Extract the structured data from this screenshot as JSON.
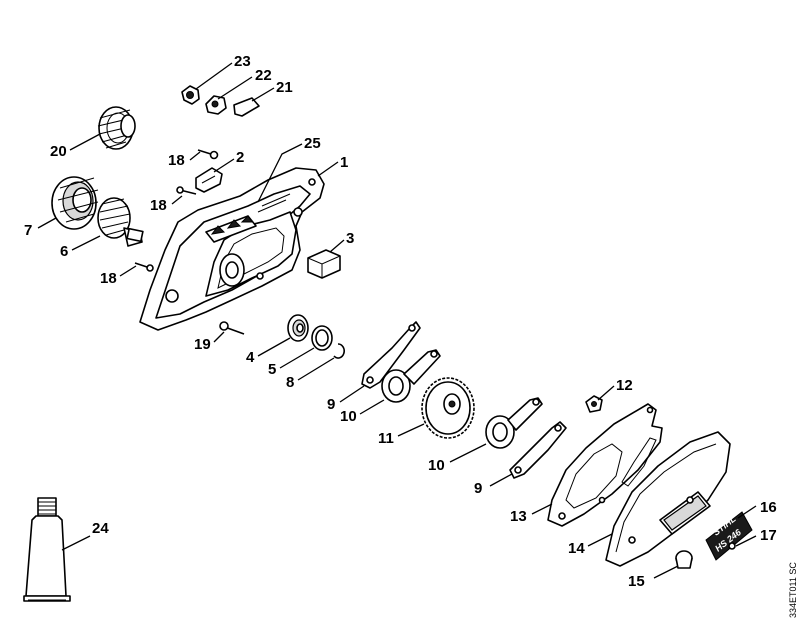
{
  "drawing_code": "334ET011 SC",
  "plate_text": {
    "brand": "STIHL",
    "model": "HS 246"
  },
  "callouts": [
    {
      "id": "c23",
      "label": "23"
    },
    {
      "id": "c22",
      "label": "22"
    },
    {
      "id": "c21",
      "label": "21"
    },
    {
      "id": "c20",
      "label": "20"
    },
    {
      "id": "c18a",
      "label": "18"
    },
    {
      "id": "c2",
      "label": "2"
    },
    {
      "id": "c25",
      "label": "25"
    },
    {
      "id": "c1",
      "label": "1"
    },
    {
      "id": "c18b",
      "label": "18"
    },
    {
      "id": "c7",
      "label": "7"
    },
    {
      "id": "c6",
      "label": "6"
    },
    {
      "id": "c3",
      "label": "3"
    },
    {
      "id": "c18c",
      "label": "18"
    },
    {
      "id": "c19",
      "label": "19"
    },
    {
      "id": "c4",
      "label": "4"
    },
    {
      "id": "c5",
      "label": "5"
    },
    {
      "id": "c8",
      "label": "8"
    },
    {
      "id": "c9a",
      "label": "9"
    },
    {
      "id": "c10a",
      "label": "10"
    },
    {
      "id": "c11",
      "label": "11"
    },
    {
      "id": "c12",
      "label": "12"
    },
    {
      "id": "c10b",
      "label": "10"
    },
    {
      "id": "c9b",
      "label": "9"
    },
    {
      "id": "c13",
      "label": "13"
    },
    {
      "id": "c16",
      "label": "16"
    },
    {
      "id": "c17",
      "label": "17"
    },
    {
      "id": "c14",
      "label": "14"
    },
    {
      "id": "c15",
      "label": "15"
    },
    {
      "id": "c24",
      "label": "24"
    }
  ]
}
